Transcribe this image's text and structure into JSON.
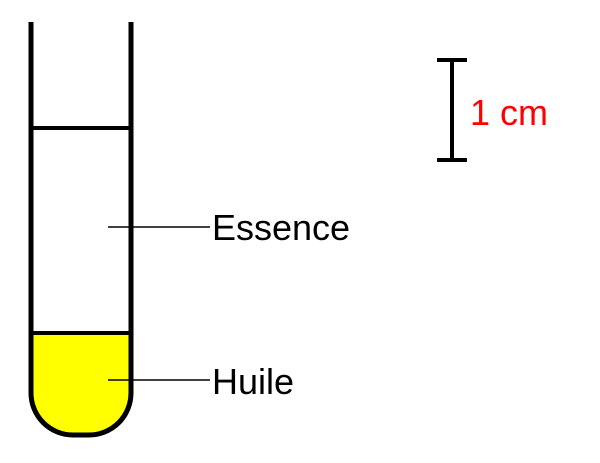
{
  "labels": {
    "upper_liquid": "Essence",
    "lower_liquid": "Huile"
  },
  "scale_bar": {
    "label": "1 cm",
    "label_color": "#ff0000"
  },
  "colors": {
    "oil_fill": "#ffff00",
    "outline": "#000000"
  }
}
